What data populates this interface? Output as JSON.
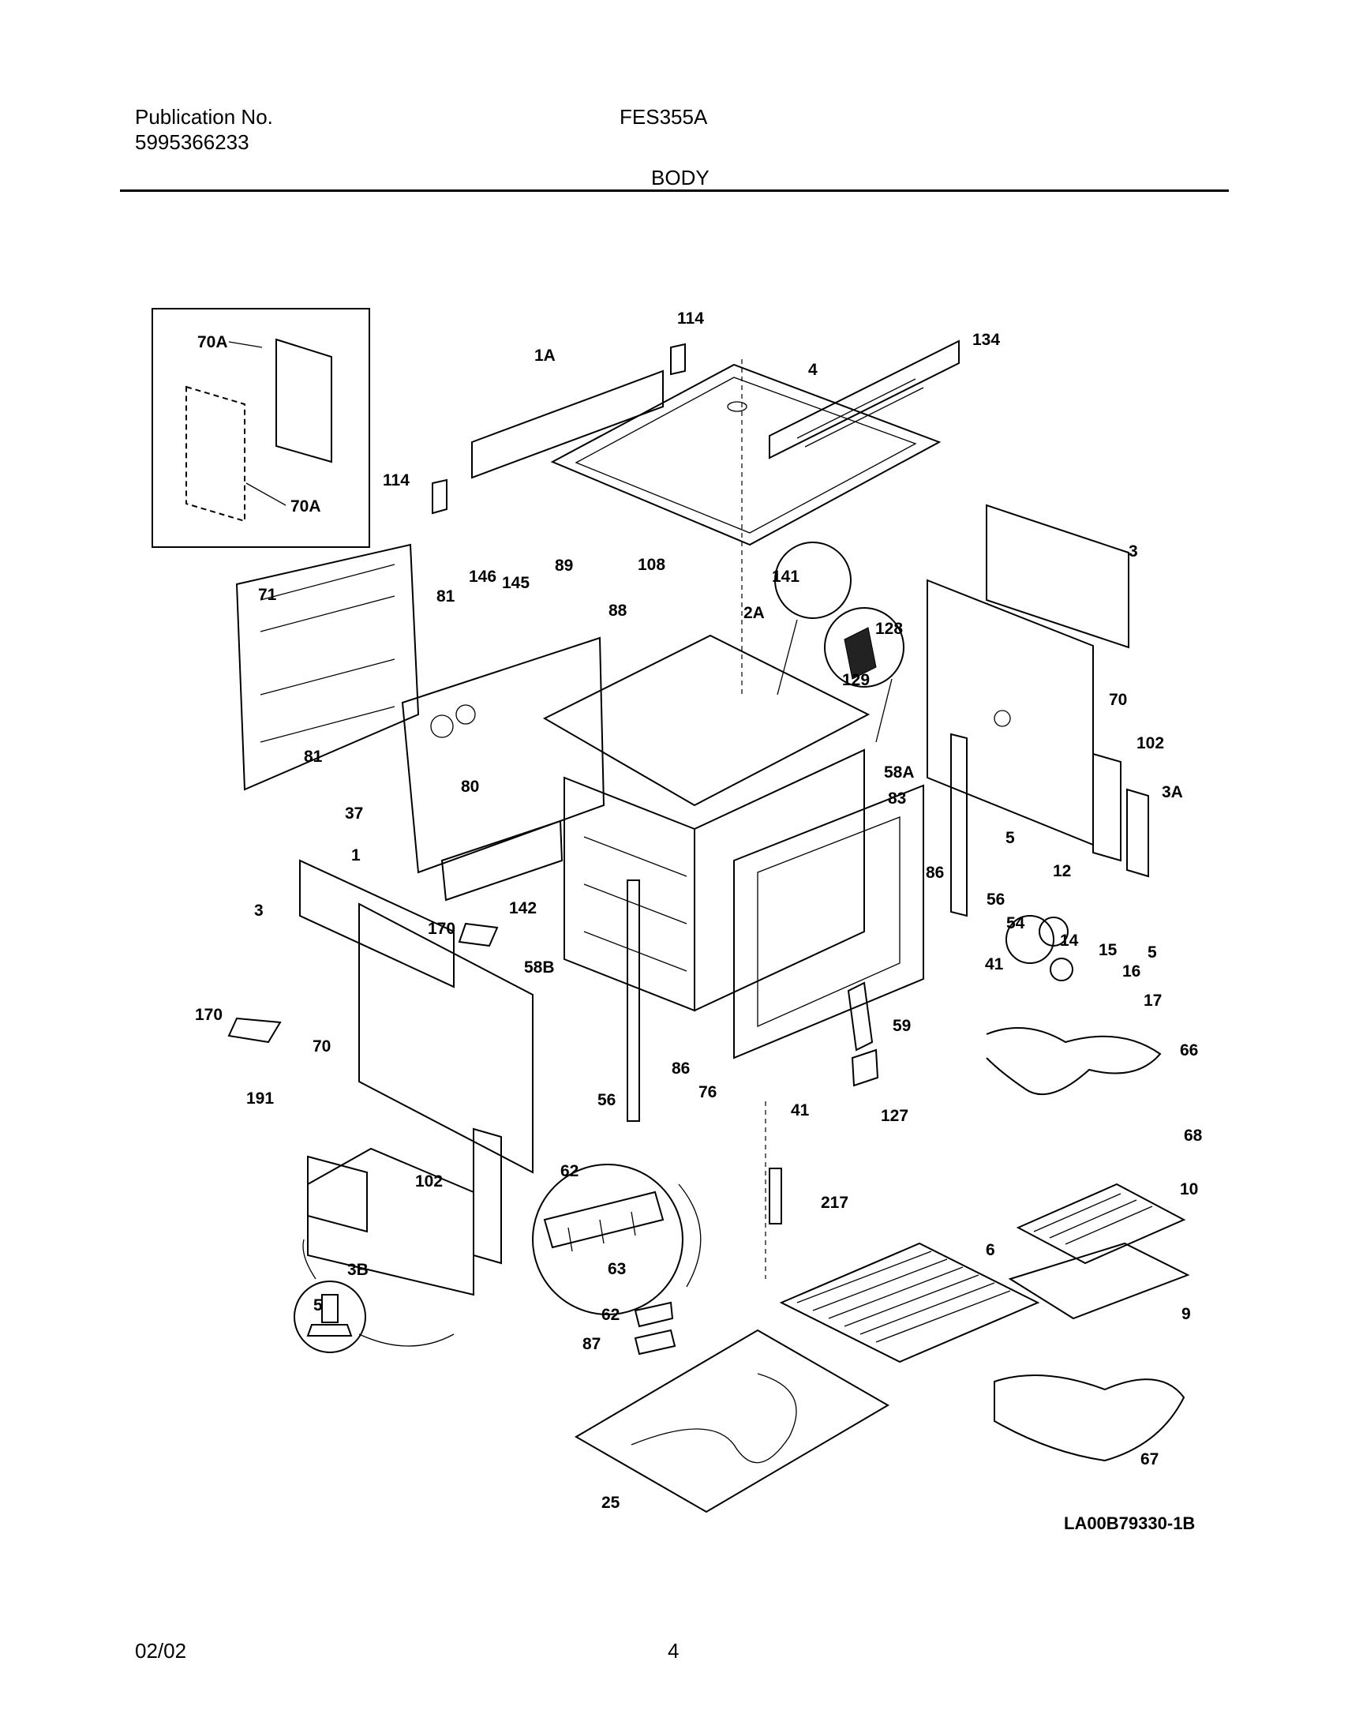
{
  "header": {
    "publication_label": "Publication No.",
    "publication_number": "5995366233",
    "model": "FES355A",
    "section_title": "BODY"
  },
  "diagram": {
    "reference_code": "LA00B79330-1B",
    "callouts": [
      "70A",
      "70A",
      "114",
      "1A",
      "114",
      "4",
      "134",
      "71",
      "81",
      "146",
      "145",
      "89",
      "108",
      "88",
      "2A",
      "141",
      "128",
      "129",
      "3",
      "70",
      "102",
      "3A",
      "81",
      "80",
      "37",
      "1",
      "58A",
      "83",
      "86",
      "12",
      "5",
      "56",
      "142",
      "58B",
      "170",
      "3",
      "170",
      "70",
      "191",
      "56",
      "86",
      "76",
      "41",
      "41",
      "59",
      "54",
      "14",
      "15",
      "16",
      "17",
      "66",
      "127",
      "5",
      "68",
      "62",
      "102",
      "63",
      "217",
      "10",
      "6",
      "3B",
      "5",
      "62",
      "87",
      "9",
      "67",
      "25"
    ]
  },
  "footer": {
    "date": "02/02",
    "page_number": "4"
  }
}
